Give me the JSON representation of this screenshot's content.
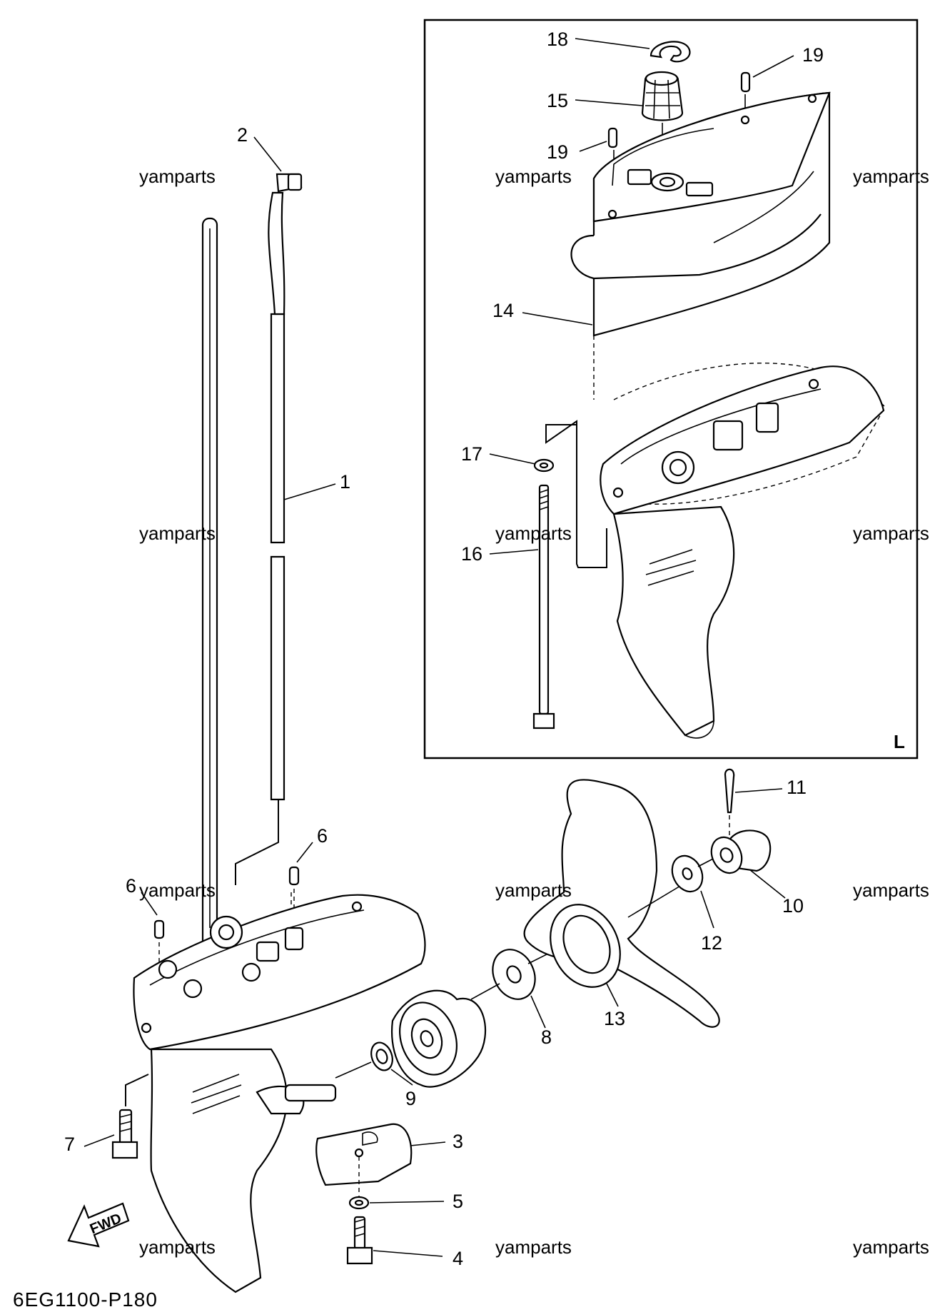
{
  "diagram_code": "6EG1100-P180",
  "inset_marker": "L",
  "watermark": "yamparts",
  "fwd_label": "FWD",
  "callouts": [
    "1",
    "2",
    "3",
    "4",
    "5",
    "6",
    "6",
    "7",
    "8",
    "9",
    "10",
    "11",
    "12",
    "13",
    "14",
    "15",
    "16",
    "17",
    "18",
    "19",
    "19"
  ]
}
